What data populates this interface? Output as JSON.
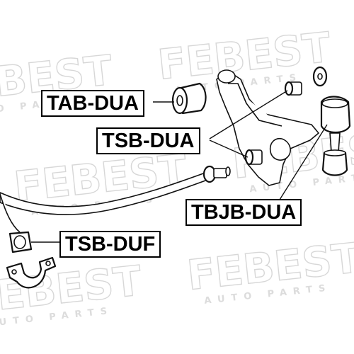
{
  "watermark": {
    "brand": "FEBEST",
    "sub": "AUTO PARTS"
  },
  "labels": {
    "tab_dua": "TAB-DUA",
    "tsb_dua": "TSB-DUA",
    "tbjb_dua": "TBJB-DUA",
    "tsb_duf": "TSB-DUF"
  },
  "colors": {
    "ink": "#111111",
    "watermark": "#d7d7d7",
    "background": "#ffffff"
  }
}
